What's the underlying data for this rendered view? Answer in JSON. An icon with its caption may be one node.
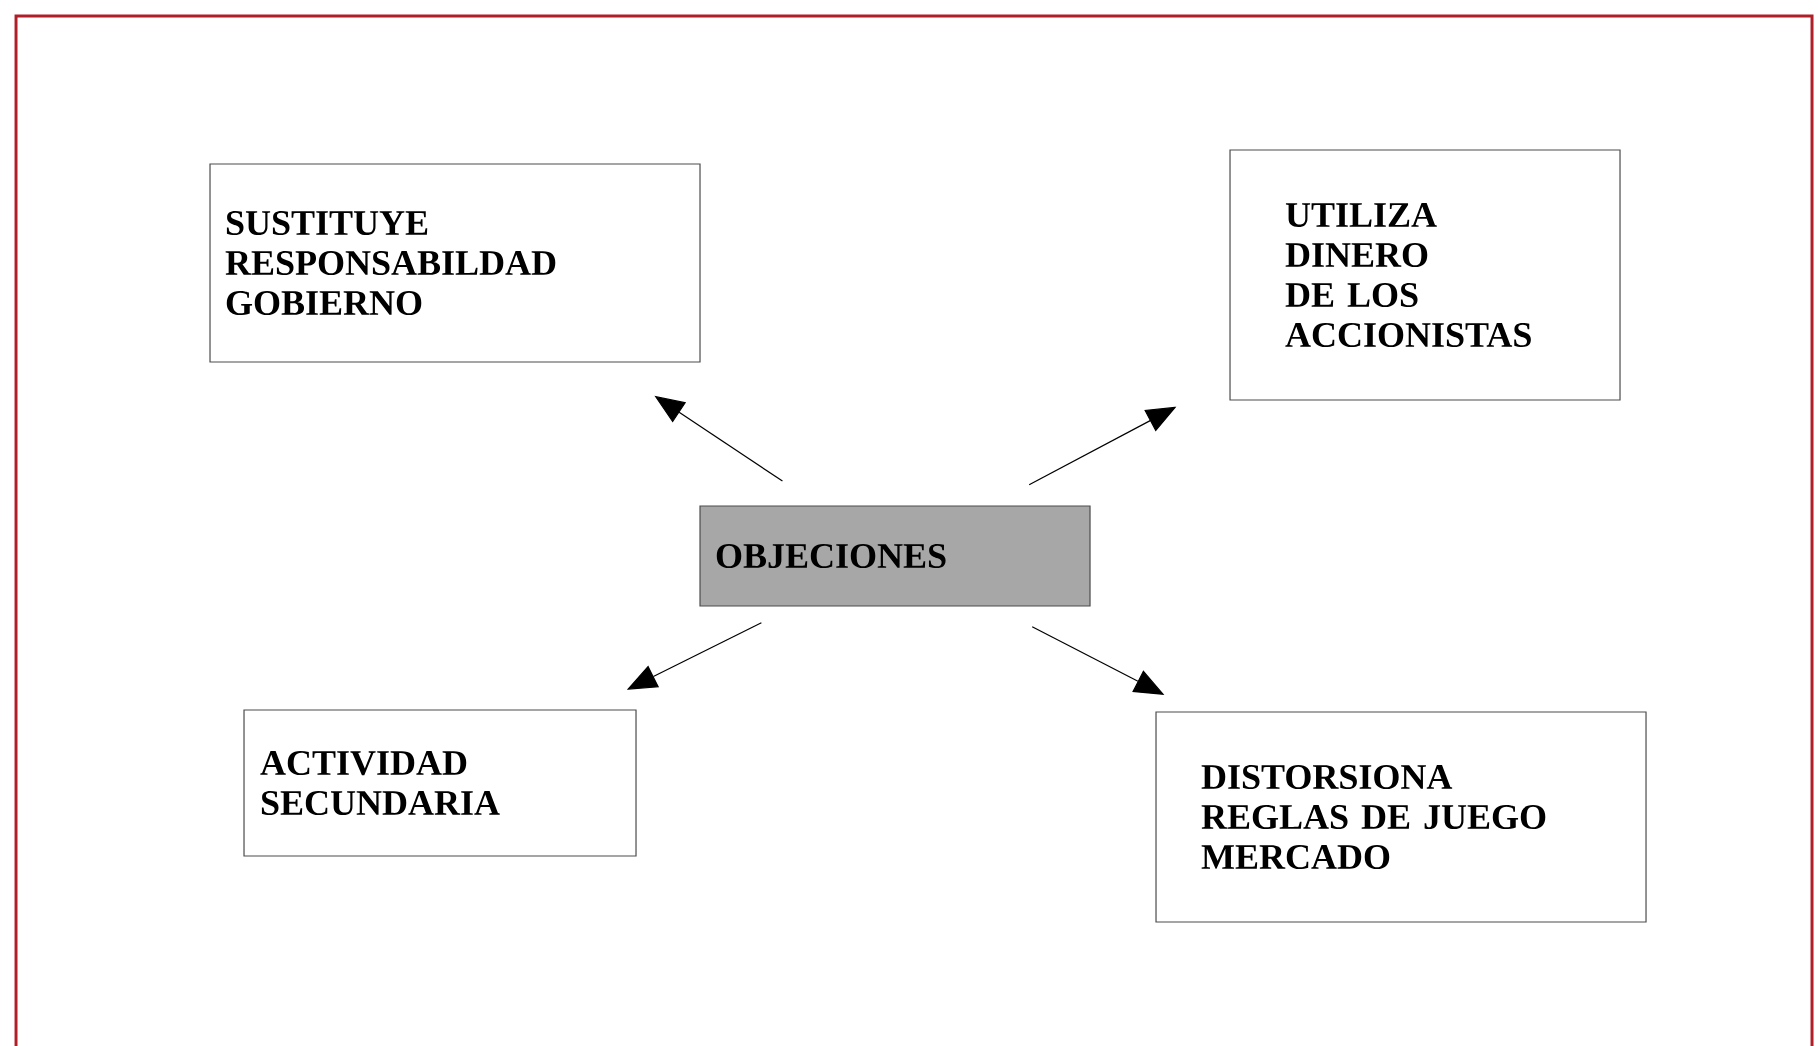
{
  "diagram": {
    "nodes": [
      {
        "text": [
          "OBJECIONES"
        ]
      },
      {
        "text": [
          "SUSTITUYE RESPONSABILDAD GOBIERNO"
        ]
      },
      {
        "text": [
          "UTILIZA DINERO DE LOS ACCIONISTAS"
        ]
      },
      {
        "text": [
          "ACTIVIDAD SECUNDARIA"
        ]
      },
      {
        "text": [
          "DISTORSIONA REGLAS DE JUEGO MERCADO"
        ]
      }
    ],
    "edges": [
      {
        "from": 0,
        "to": 1,
        "arrow": "to"
      },
      {
        "from": 0,
        "to": 2,
        "arrow": "to"
      },
      {
        "from": 0,
        "to": 3,
        "arrow": "to"
      },
      {
        "from": 0,
        "to": 4,
        "arrow": "to"
      }
    ]
  }
}
